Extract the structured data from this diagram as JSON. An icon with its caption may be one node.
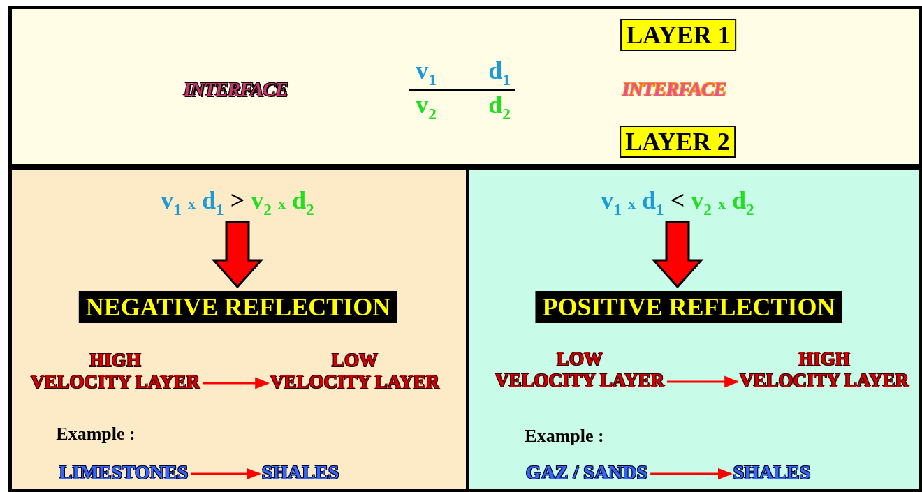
{
  "diagram": {
    "nodes": [
      {
        "text": [],
        "shape": "box"
      },
      {
        "text": [
          "LAYER 1"
        ],
        "in": 0
      },
      {
        "text": [
          "LAYER 2"
        ],
        "in": 0
      },
      {
        "text": [],
        "shape": "box"
      },
      {
        "text": [
          "v$_{1}$ x d$_{1}$ > v$_{2}$ x d$_{2}$"
        ],
        "in": 3
      },
      {
        "text": [
          "NEGATIVE REFLECTION"
        ],
        "in": 3
      },
      {
        "text": [
          "HIGH VELOCITY LAYER"
        ],
        "in": 3
      },
      {
        "text": [
          "LOW VELOCITY LAYER"
        ],
        "in": 3
      },
      {
        "text": [
          "LIMESTONES"
        ],
        "in": 3
      },
      {
        "text": [
          "SHALES"
        ],
        "in": 3
      },
      {
        "text": [],
        "shape": "box"
      },
      {
        "text": [
          "v$_{1}$ x d$_{1}$ < v$_{2}$ x d$_{2}$"
        ],
        "in": 10
      },
      {
        "text": [
          "POSITIVE REFLECTION"
        ],
        "in": 10
      },
      {
        "text": [
          "LOW VELOCITY LAYER"
        ],
        "in": 10
      },
      {
        "text": [
          "HIGH VELOCITY LAYER"
        ],
        "in": 10
      },
      {
        "text": [
          "GAZ / SANDS"
        ],
        "in": 10
      },
      {
        "text": [
          "SHALES"
        ],
        "in": 10
      }
    ],
    "edges": [
      {
        "from": 4,
        "to": 5,
        "arrow": "to",
        "style": "thick"
      },
      {
        "from": 6,
        "to": 7,
        "arrow": "to"
      },
      {
        "from": 8,
        "to": 9,
        "arrow": "to"
      },
      {
        "from": 11,
        "to": 12,
        "arrow": "to",
        "style": "thick"
      },
      {
        "from": 13,
        "to": 14,
        "arrow": "to"
      },
      {
        "from": 15,
        "to": 16,
        "arrow": "to"
      }
    ],
    "labels": [
      "INTERFACE",
      "v$_{1}$",
      "d$_{1}$",
      "v$_{2}$",
      "d$_{2}$",
      "INTERFACE",
      "Example :",
      "Example :"
    ]
  }
}
